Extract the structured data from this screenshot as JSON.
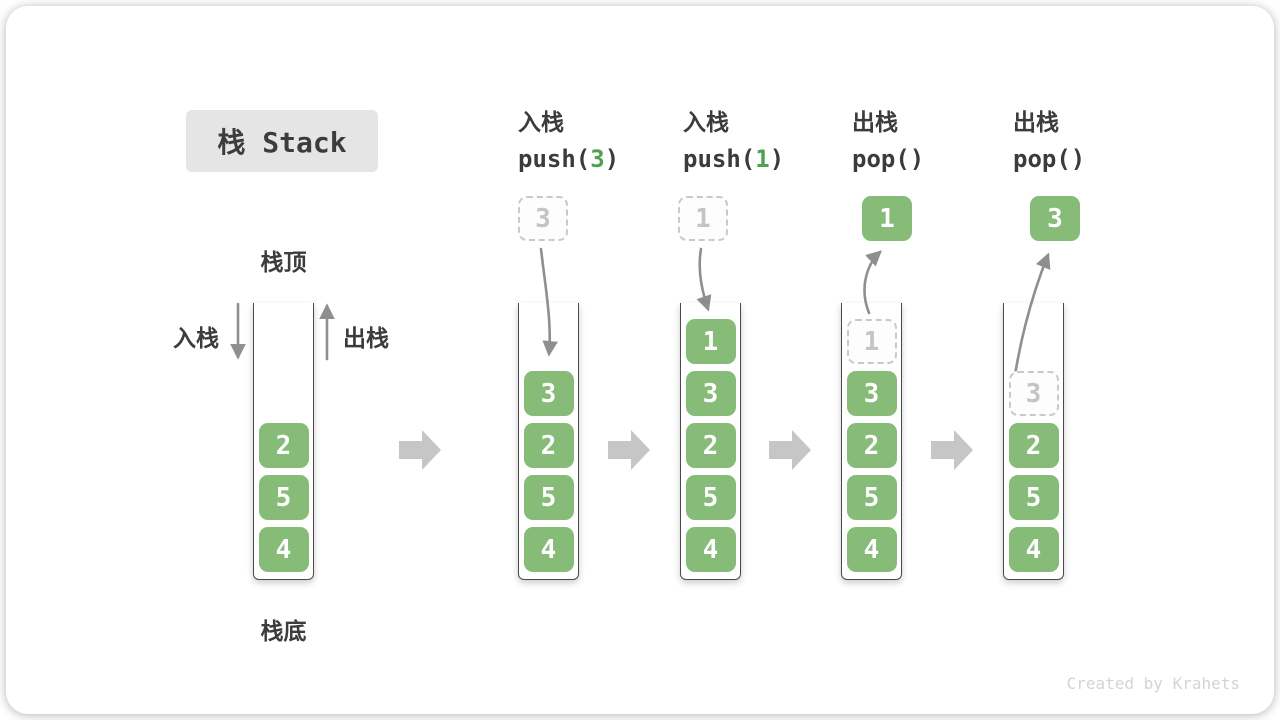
{
  "title": "栈 Stack",
  "labels": {
    "stack_top": "栈顶",
    "stack_bottom": "栈底",
    "push_side": "入栈",
    "pop_side": "出栈"
  },
  "steps": [
    {
      "op": "入栈",
      "code_pre": "push(",
      "code_arg": "3",
      "code_post": ")",
      "float_value": "3",
      "float_style": "ghost"
    },
    {
      "op": "入栈",
      "code_pre": "push(",
      "code_arg": "1",
      "code_post": ")",
      "float_value": "1",
      "float_style": "ghost"
    },
    {
      "op": "出栈",
      "code_pre": "pop(",
      "code_arg": "",
      "code_post": ")",
      "float_value": "1",
      "float_style": "solid"
    },
    {
      "op": "出栈",
      "code_pre": "pop(",
      "code_arg": "",
      "code_post": ")",
      "float_value": "3",
      "float_style": "solid"
    }
  ],
  "stacks": [
    {
      "items": [
        {
          "v": "2"
        },
        {
          "v": "5"
        },
        {
          "v": "4"
        }
      ]
    },
    {
      "items": [
        {
          "v": "3"
        },
        {
          "v": "2"
        },
        {
          "v": "5"
        },
        {
          "v": "4"
        }
      ]
    },
    {
      "items": [
        {
          "v": "1"
        },
        {
          "v": "3"
        },
        {
          "v": "2"
        },
        {
          "v": "5"
        },
        {
          "v": "4"
        }
      ]
    },
    {
      "items": [
        {
          "v": "1",
          "ghost": true
        },
        {
          "v": "3"
        },
        {
          "v": "2"
        },
        {
          "v": "5"
        },
        {
          "v": "4"
        }
      ]
    },
    {
      "items": [
        {
          "v": "3",
          "ghost": true
        },
        {
          "v": "2"
        },
        {
          "v": "5"
        },
        {
          "v": "4"
        }
      ]
    }
  ],
  "watermark": "Created by Krahets",
  "colors": {
    "value_box_green": "#87BB78",
    "code_arg_green": "#4FA14F",
    "flow_arrow_gray": "#8F8F8F",
    "block_arrow_gray": "#C6C6C6",
    "ghost_dash_gray": "#C9C9C9",
    "text_dark": "#3C3C3C",
    "title_chip_bg": "#E5E5E5",
    "watermark_gray": "#D4D4D4"
  }
}
